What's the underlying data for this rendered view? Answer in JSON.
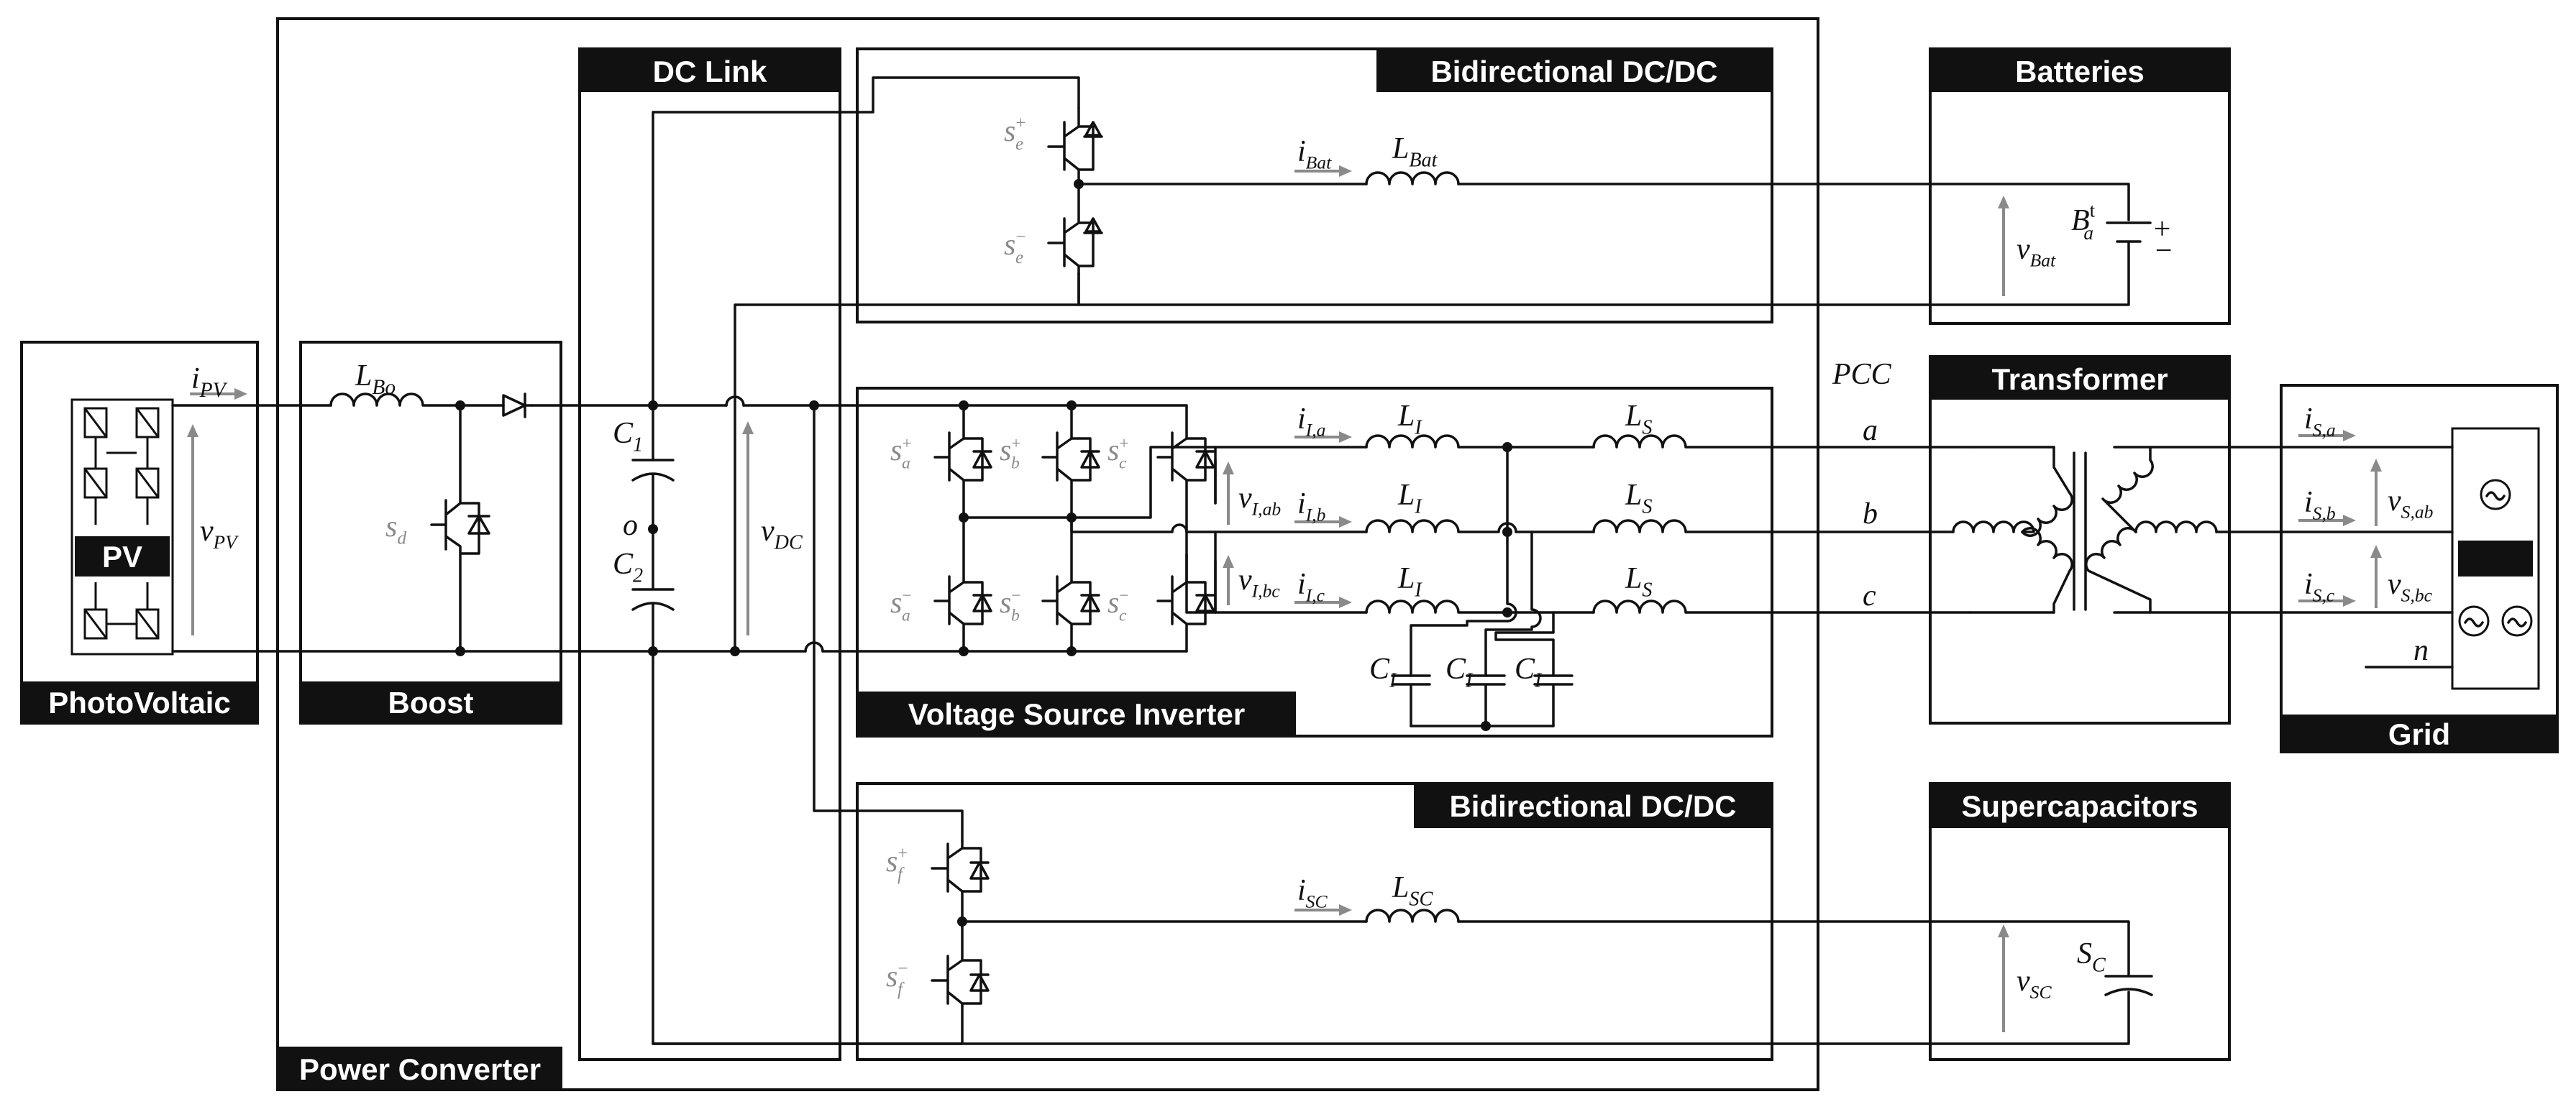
{
  "blocks": {
    "photovoltaic": "PhotoVoltaic",
    "pv_panel": "PV",
    "boost": "Boost",
    "power_converter": "Power Converter",
    "dc_link": "DC Link",
    "bidir_top": "Bidirectional DC/DC",
    "bidir_bottom": "Bidirectional DC/DC",
    "vsi": "Voltage Source Inverter",
    "batteries": "Batteries",
    "transformer": "Transformer",
    "supercapacitors": "Supercapacitors",
    "grid": "Grid"
  },
  "labels": {
    "i_pv": [
      "i",
      "PV"
    ],
    "v_pv": [
      "v",
      "PV"
    ],
    "l_bo": [
      "L",
      "Bo"
    ],
    "s_d": [
      "s",
      "d"
    ],
    "c1": [
      "C",
      "1"
    ],
    "c2": [
      "C",
      "2"
    ],
    "o": "o",
    "v_dc": [
      "v",
      "DC"
    ],
    "s_e_plus": [
      "s",
      "e",
      "+"
    ],
    "s_e_minus": [
      "s",
      "e",
      "−"
    ],
    "i_bat": [
      "i",
      "Bat"
    ],
    "l_bat": [
      "L",
      "Bat"
    ],
    "v_bat": [
      "v",
      "Bat"
    ],
    "bat": "Bat",
    "s_a_plus": [
      "s",
      "a",
      "+"
    ],
    "s_b_plus": [
      "s",
      "b",
      "+"
    ],
    "s_c_plus": [
      "s",
      "c",
      "+"
    ],
    "s_a_minus": [
      "s",
      "a",
      "−"
    ],
    "s_b_minus": [
      "s",
      "b",
      "−"
    ],
    "s_c_minus": [
      "s",
      "c",
      "−"
    ],
    "i_ia": [
      "i",
      "I,a"
    ],
    "i_ib": [
      "i",
      "I,b"
    ],
    "i_ic": [
      "i",
      "I,c"
    ],
    "v_iab": [
      "v",
      "I,ab"
    ],
    "v_ibc": [
      "v",
      "I,bc"
    ],
    "l_i_a": [
      "L",
      "I"
    ],
    "l_i_b": [
      "L",
      "I"
    ],
    "l_i_c": [
      "L",
      "I"
    ],
    "l_s_a": [
      "L",
      "S"
    ],
    "l_s_b": [
      "L",
      "S"
    ],
    "l_s_c": [
      "L",
      "S"
    ],
    "c_i_1": [
      "C",
      "I"
    ],
    "c_i_2": [
      "C",
      "I"
    ],
    "c_i_3": [
      "C",
      "I"
    ],
    "pcc": "PCC",
    "phase_a": "a",
    "phase_b": "b",
    "phase_c": "c",
    "i_sa": [
      "i",
      "S,a"
    ],
    "i_sb": [
      "i",
      "S,b"
    ],
    "i_sc_grid": [
      "i",
      "S,c"
    ],
    "v_sab": [
      "v",
      "S,ab"
    ],
    "v_sbc": [
      "v",
      "S,bc"
    ],
    "n": "n",
    "s_f_plus": [
      "s",
      "f",
      "+"
    ],
    "s_f_minus": [
      "s",
      "f",
      "−"
    ],
    "i_sc": [
      "i",
      "SC"
    ],
    "l_sc": [
      "L",
      "SC"
    ],
    "v_sc": [
      "v",
      "SC"
    ],
    "sc": "SC",
    "bat_plus": "+",
    "bat_minus": "−"
  }
}
